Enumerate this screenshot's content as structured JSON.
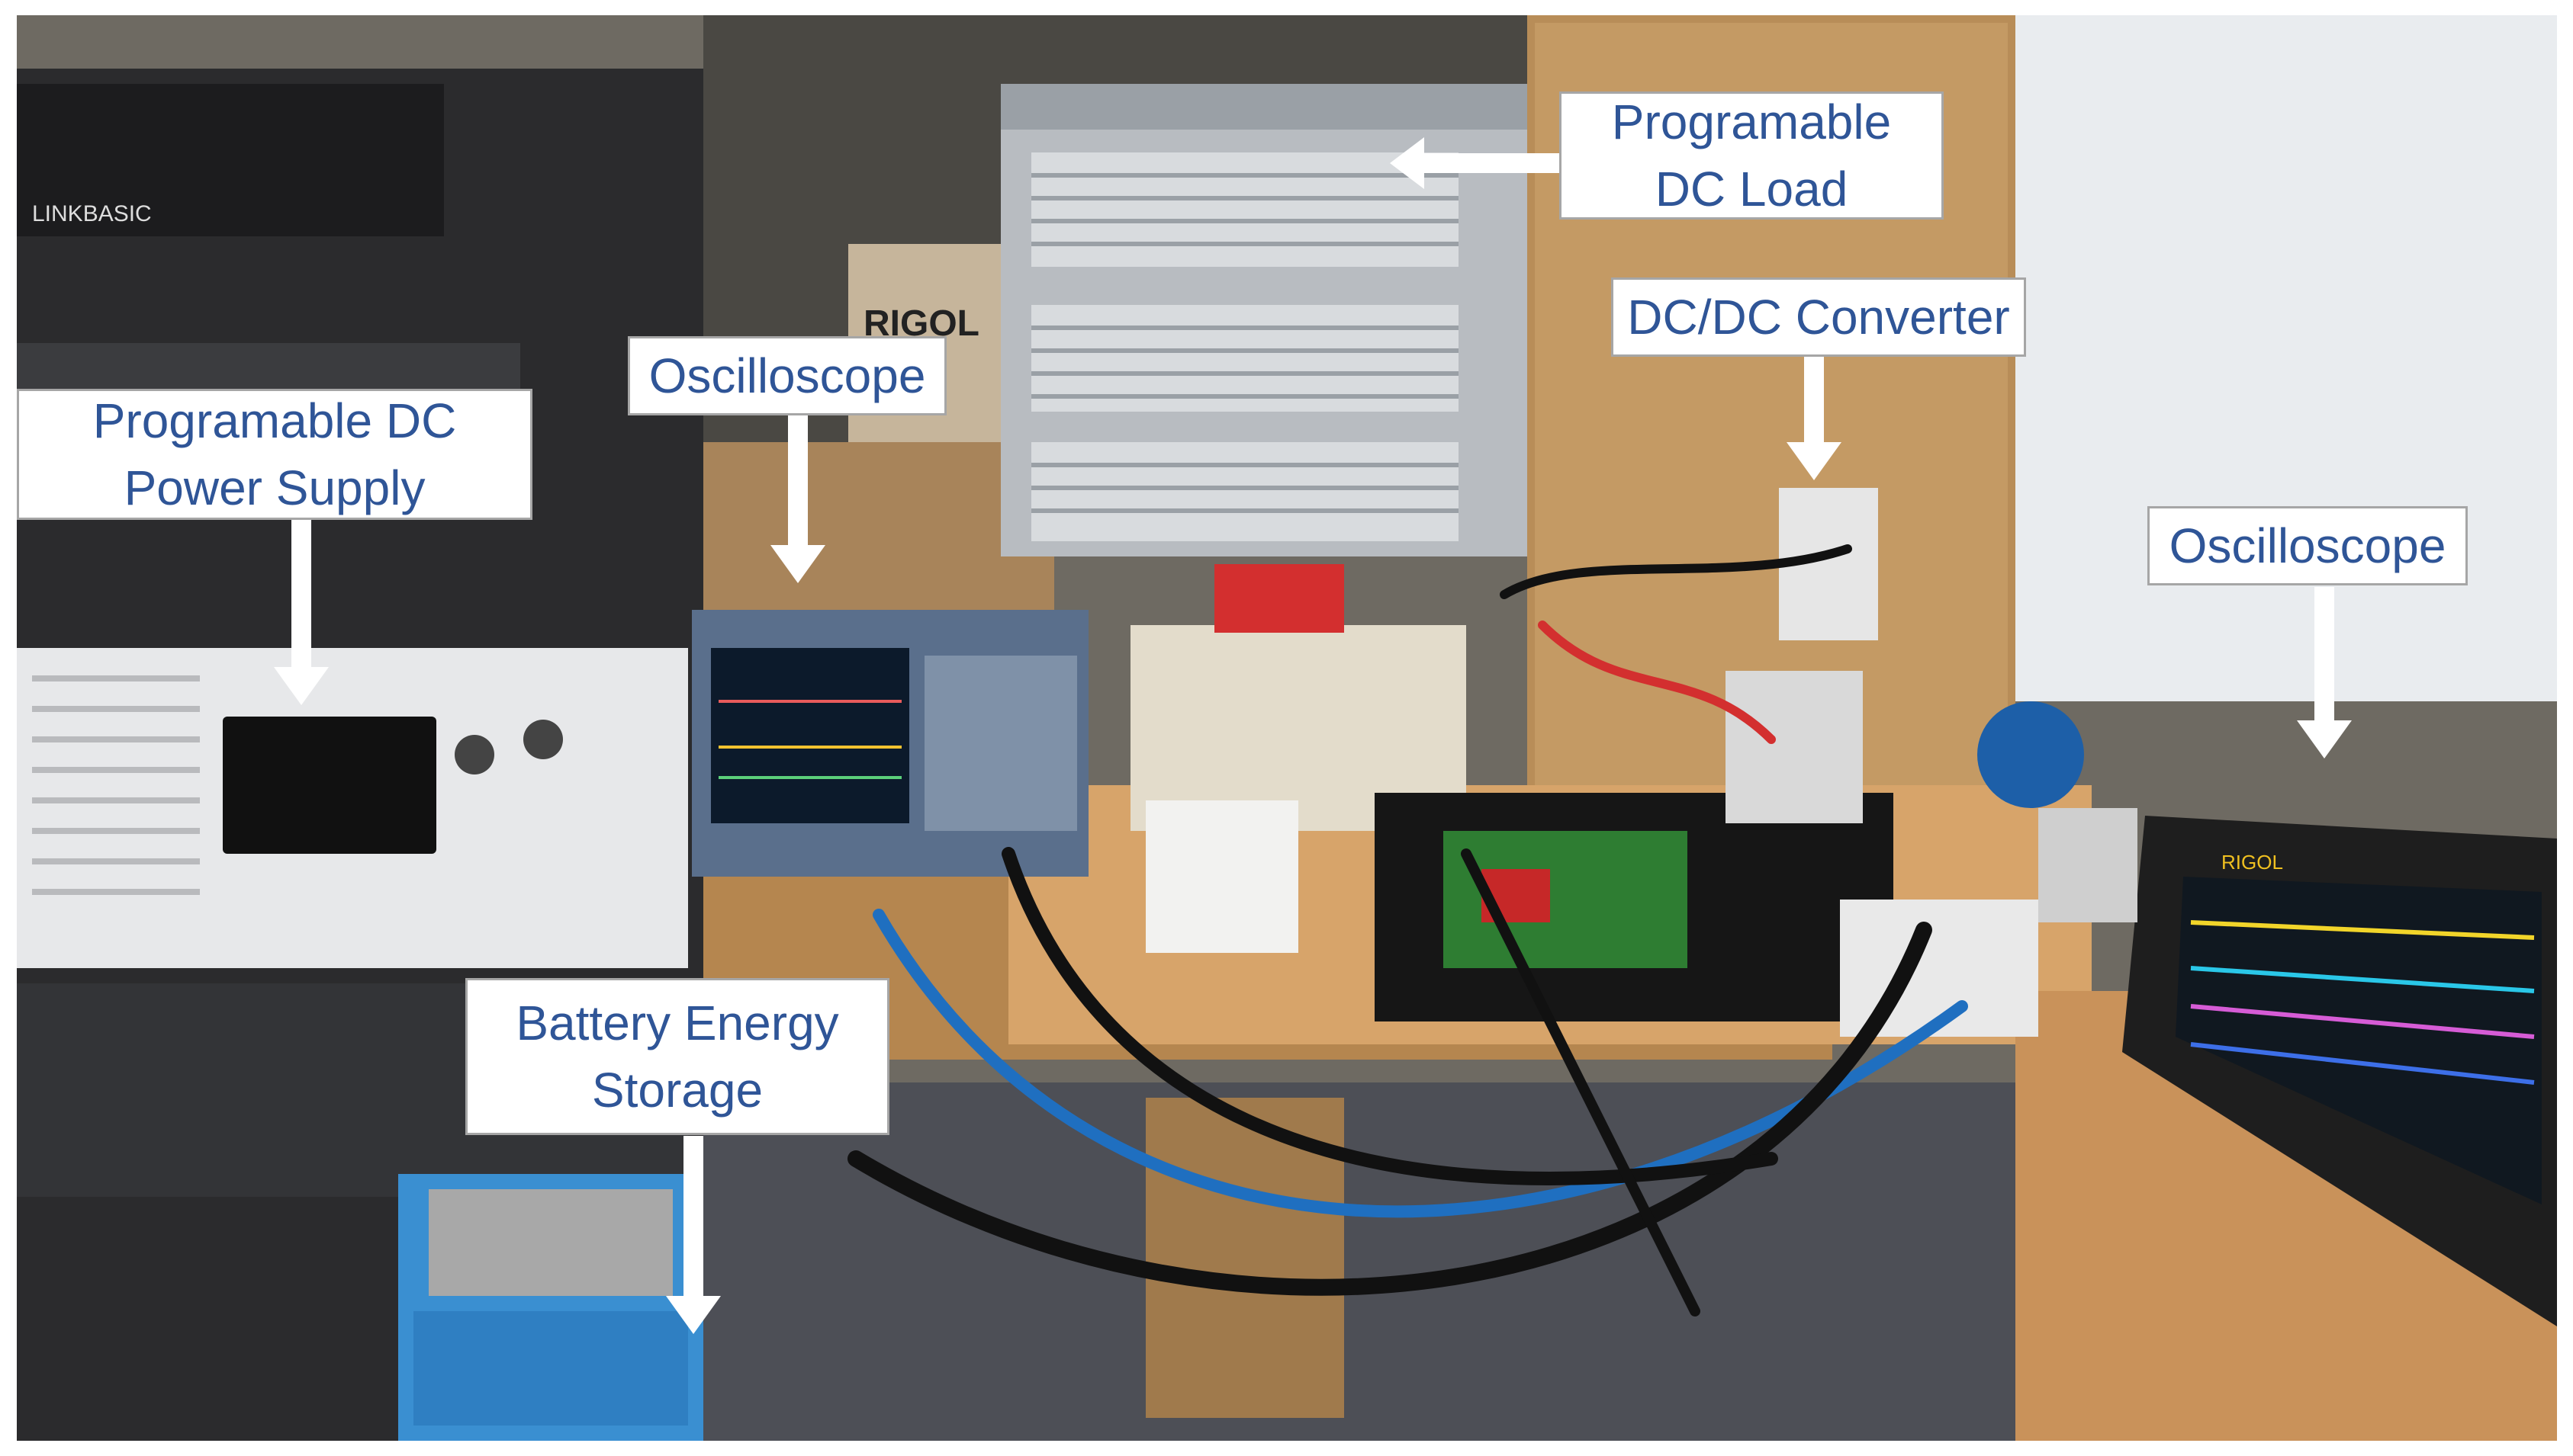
{
  "labels": {
    "dc_load": {
      "line1": "Programable",
      "line2": "DC Load"
    },
    "dc_dc_converter": {
      "text": "DC/DC Converter"
    },
    "oscilloscope_left": {
      "text": "Oscilloscope"
    },
    "oscilloscope_right": {
      "text": "Oscilloscope"
    },
    "power_supply": {
      "line1": "Programable DC",
      "line2": "Power Supply"
    },
    "battery": {
      "line1": "Battery Energy",
      "line2": "Storage"
    }
  },
  "device_text": {
    "rack_brand": "LINKBASIC",
    "box_brand": "RIGOL",
    "scope_brand": "RIGOL"
  },
  "colors": {
    "label_text": "#2f5597",
    "label_border": "#a6a6a6",
    "arrow": "#ffffff"
  }
}
